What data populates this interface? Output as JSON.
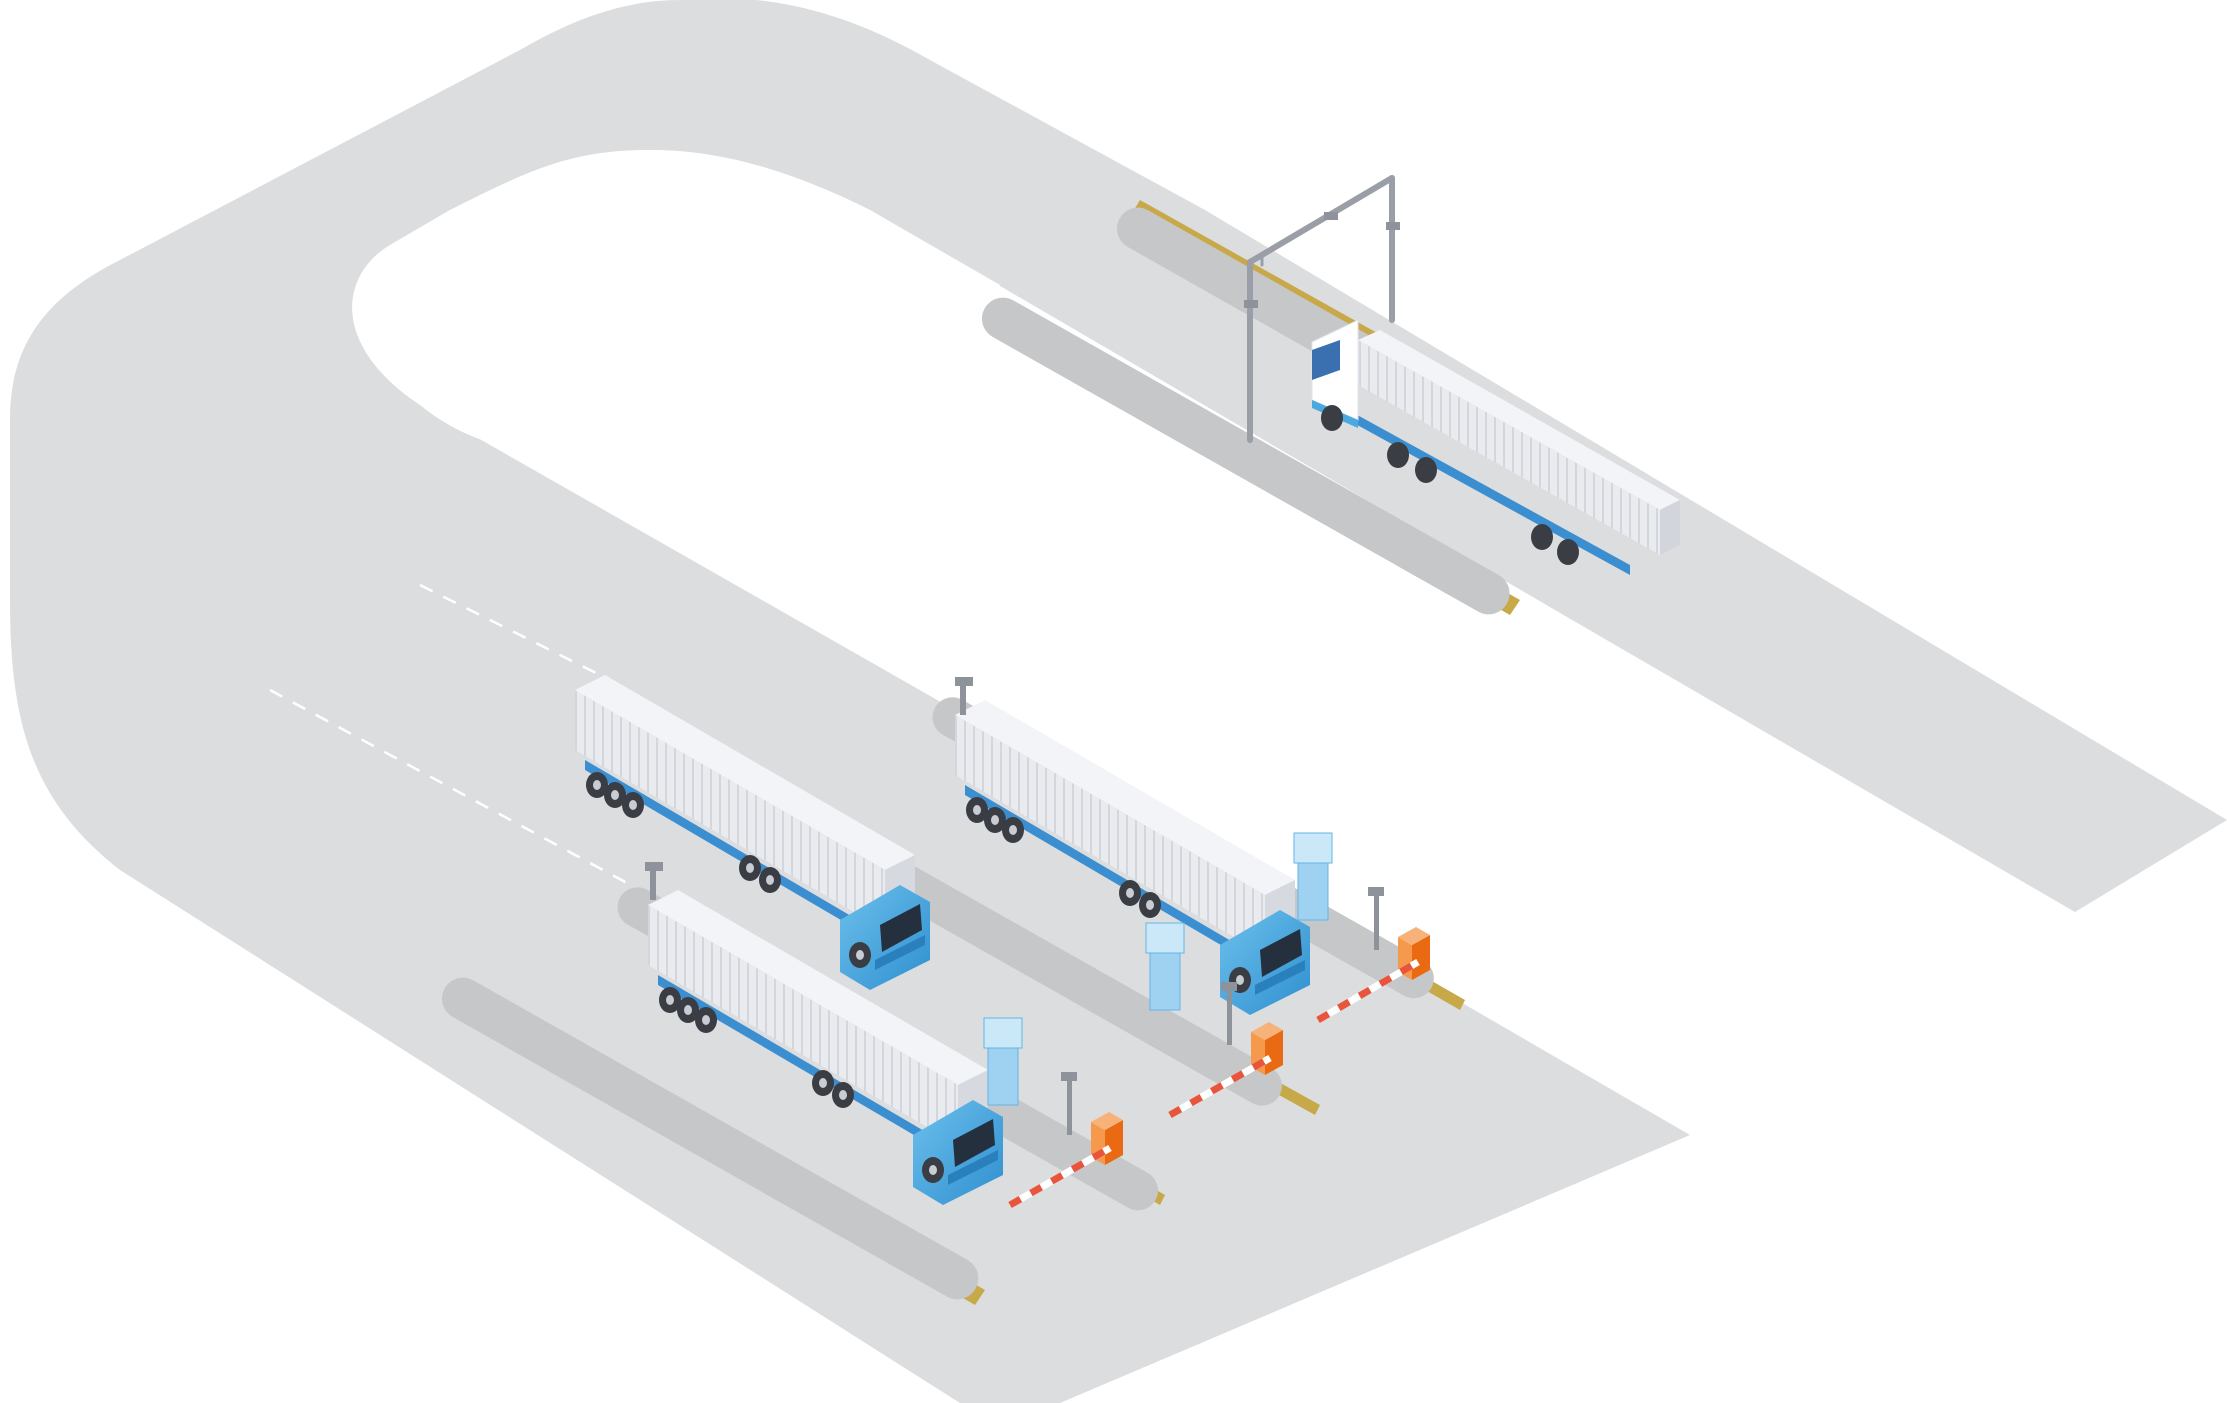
{
  "scene": {
    "background_color": "#ffffff",
    "road_color": "#dcdddf",
    "island_top_color": "#c6c7c9",
    "island_edge_color": "#c8a94a",
    "truck_cab_color": "#4aa9df",
    "truck_cab_white_color": "#ffffff",
    "container_color": "#e6e8ec",
    "barrier_box_color": "#f07a1c",
    "barrier_arm_colors": [
      "#e8553c",
      "#ffffff"
    ],
    "kiosk_color": "#9fd2f0",
    "gantry_color": "#9a9ea6"
  },
  "elements": {
    "road": "u-turn-road",
    "gantry": "overhead-camera-gantry",
    "trucks_in_lanes": 3,
    "trucks_total": 4,
    "gates": 3
  }
}
